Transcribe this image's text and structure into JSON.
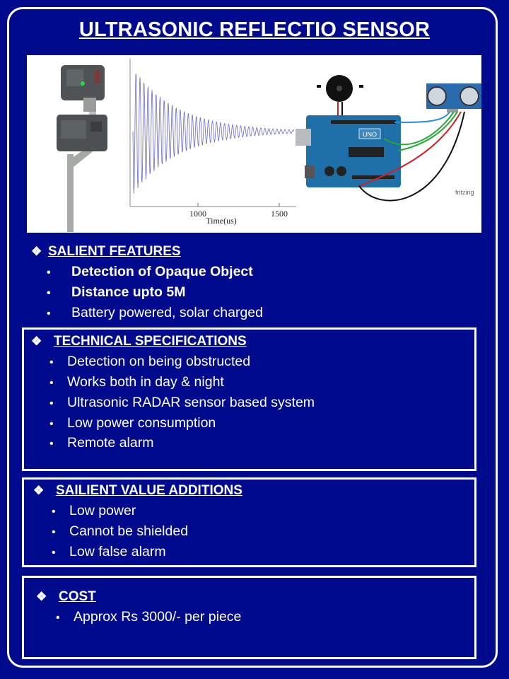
{
  "title": "ULTRASONIC REFLECTIO SENSOR",
  "figure": {
    "plot_ticks": [
      "1000",
      "1500"
    ],
    "plot_xlabel": "Time(us)",
    "fritzing_label": "fritzing",
    "board_label": "UNO"
  },
  "salient_features": {
    "heading": "SALIENT FEATURES",
    "items": [
      "Detection of  Opaque Object",
      "Distance upto 5M",
      "Battery powered, solar charged"
    ]
  },
  "technical_specifications": {
    "heading": "TECHNICAL SPECIFICATIONS",
    "items": [
      "Detection on being obstructed",
      "Works both in day & night",
      "Ultrasonic RADAR sensor based system",
      "Low power consumption",
      "Remote alarm"
    ]
  },
  "value_additions": {
    "heading": "SAILIENT VALUE ADDITIONS",
    "items": [
      "Low power",
      "Cannot be shielded",
      "Low false alarm"
    ]
  },
  "cost": {
    "heading": "COST",
    "items": [
      "Approx Rs 3000/- per piece"
    ]
  }
}
